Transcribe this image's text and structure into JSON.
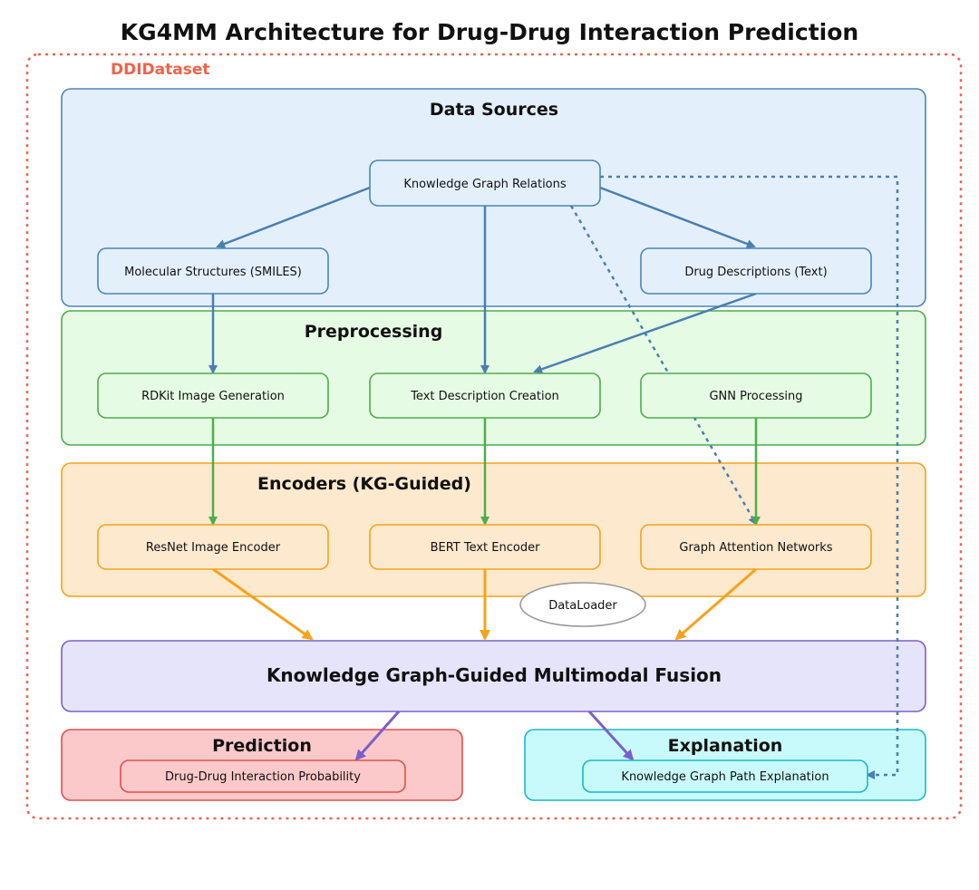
{
  "title": "KG4MM Architecture for Drug-Drug Interaction Prediction",
  "dataset_label": "DDIDataset",
  "sections": {
    "data_sources": "Data Sources",
    "preprocessing": "Preprocessing",
    "encoders": "Encoders (KG-Guided)",
    "fusion": "Knowledge Graph-Guided Multimodal Fusion",
    "prediction": "Prediction",
    "explanation": "Explanation"
  },
  "nodes": {
    "kg_relations": "Knowledge Graph Relations",
    "molecular_structures": "Molecular Structures (SMILES)",
    "drug_descriptions": "Drug Descriptions (Text)",
    "rdkit": "RDKit Image Generation",
    "text_creation": "Text Description Creation",
    "gnn": "GNN Processing",
    "resnet": "ResNet Image Encoder",
    "bert": "BERT Text Encoder",
    "gat": "Graph Attention Networks",
    "dataloader": "DataLoader",
    "ddi_probability": "Drug-Drug Interaction Probability",
    "kg_path": "Knowledge Graph Path Explanation"
  },
  "colors": {
    "dataset_border": "#f0624a",
    "data_sources_fill": "#e3f0fc",
    "data_sources_border": "#4a86b8",
    "preprocessing_fill": "#e6fbe3",
    "preprocessing_border": "#4cae4c",
    "encoders_fill": "#fde9ce",
    "encoders_border": "#f5a31a",
    "fusion_fill": "#e6e4fb",
    "fusion_border": "#7b5fcb",
    "prediction_fill": "#fbc9c9",
    "prediction_border": "#e0504f",
    "explanation_fill": "#c8fafb",
    "explanation_border": "#1ab8c8"
  }
}
